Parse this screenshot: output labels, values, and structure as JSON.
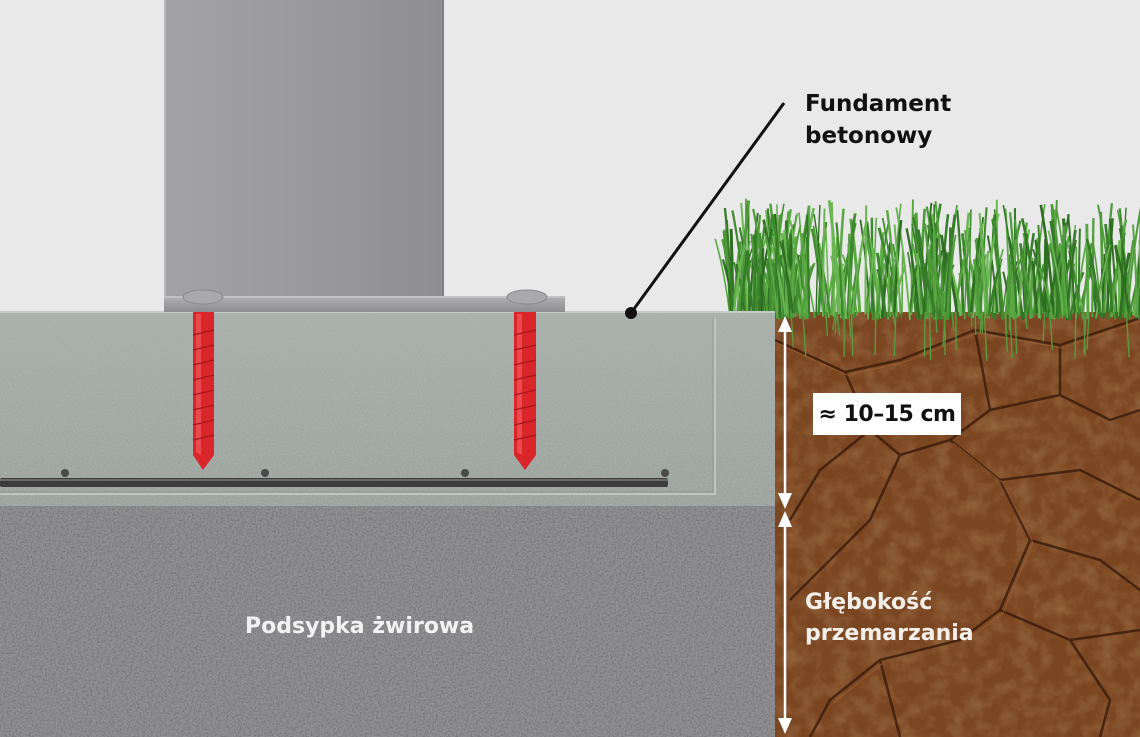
{
  "labels": {
    "fundament_line1": "Fundament",
    "fundament_line2": "betonowy",
    "frost_depth_line1": "Głębokość",
    "frost_depth_line2": "przemarzania",
    "gravel": "Podsypka żwirowa",
    "cover_dimension": "≈ 10–15 cm"
  },
  "colors": {
    "background": "#e9e9ea",
    "post": "#9d9d9f",
    "concrete": "#a7aea9",
    "gravel": "#8e8e8f",
    "soil": "#7a4521",
    "grass": "#3f8a2f",
    "anchor_bolt": "#d8262b",
    "rebar": "#3c3c3c"
  }
}
